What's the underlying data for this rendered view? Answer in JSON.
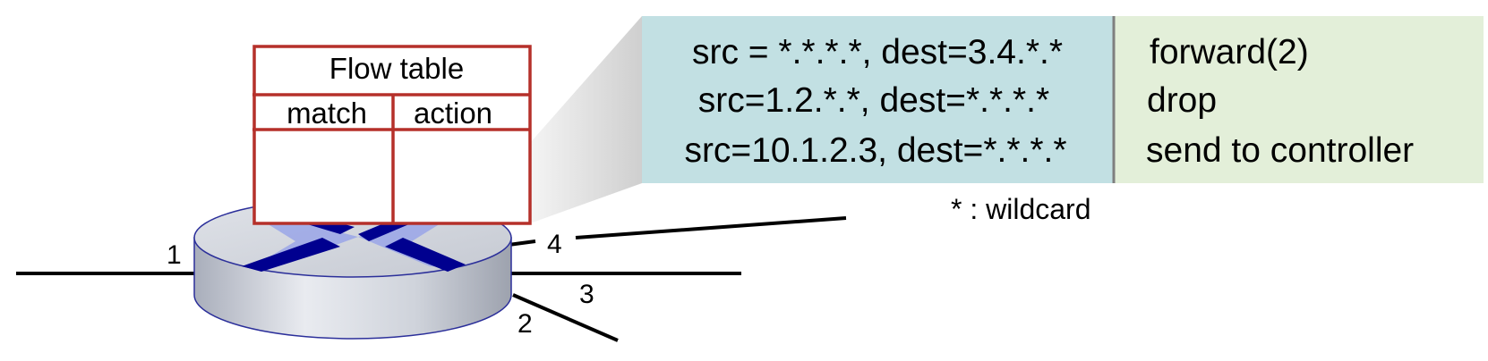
{
  "flow_table": {
    "title": "Flow table",
    "col_match": "match",
    "col_action": "action"
  },
  "rules": [
    {
      "match": "src = *.*.*.*, dest=3.4.*.*",
      "action": "forward(2)"
    },
    {
      "match": "src=1.2.*.*, dest=*.*.*.*",
      "action": "drop"
    },
    {
      "match": "src=10.1.2.3, dest=*.*.*.*",
      "action": "send to controller"
    }
  ],
  "wildcard_note": "* : wildcard",
  "ports": {
    "p1": "1",
    "p2": "2",
    "p3": "3",
    "p4": "4"
  },
  "colors": {
    "match_bg": "#c2e0e3",
    "action_bg": "#e3efd9",
    "table_border": "#b5302a",
    "switch_x": "#00008f",
    "switch_x_light": "#9aa6e8",
    "switch_body": "#c4c8d0",
    "callout_shade": "#d8d8d8"
  }
}
